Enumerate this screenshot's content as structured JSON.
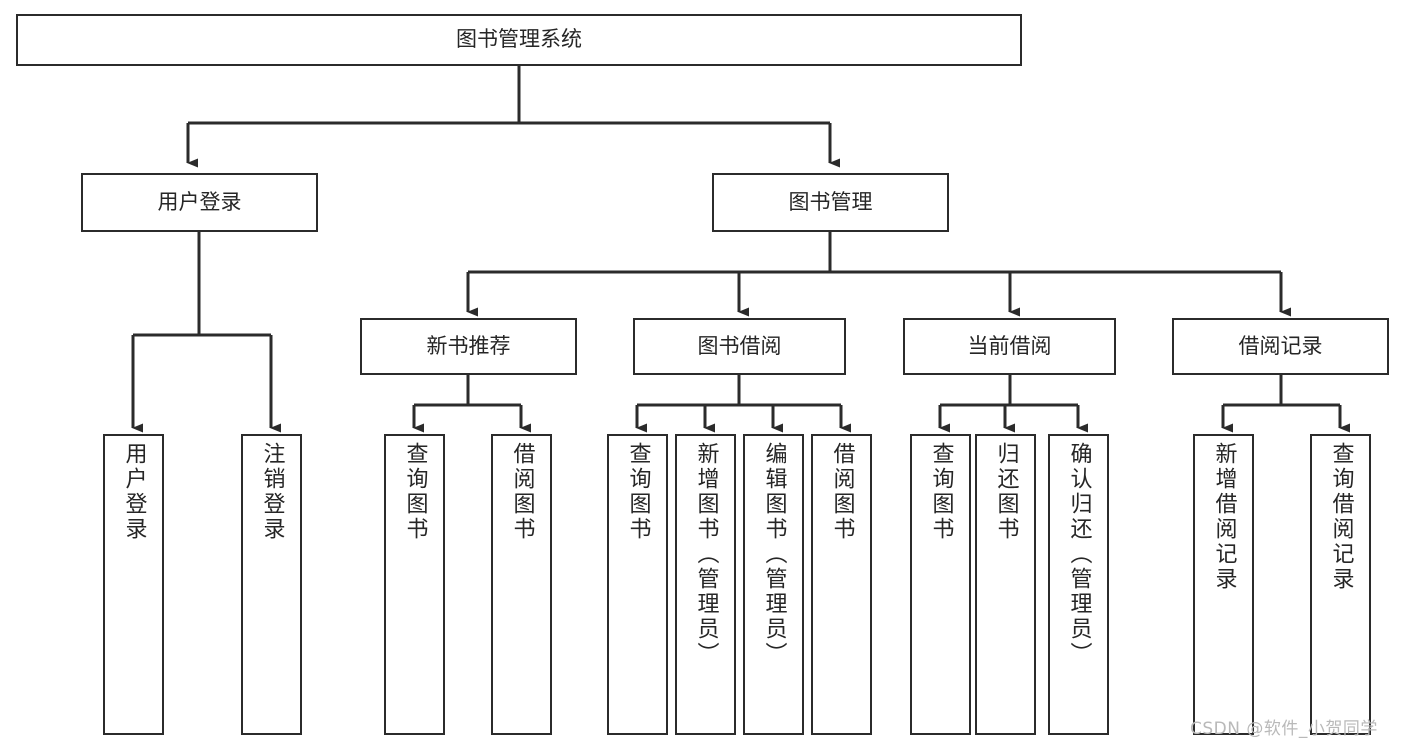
{
  "diagram": {
    "title": "图书管理系统",
    "type": "hierarchy-tree",
    "colors": {
      "box_border": "#2b2b2b",
      "box_fill": "#ffffff",
      "connector": "#2b2b2b",
      "text": "#262626",
      "watermark": "#b9b9b9"
    },
    "root": {
      "id": "root",
      "label": "图书管理系统",
      "orientation": "horizontal"
    },
    "level1": [
      {
        "id": "user-login",
        "label": "用户登录",
        "orientation": "horizontal"
      },
      {
        "id": "book-manage",
        "label": "图书管理",
        "orientation": "horizontal"
      }
    ],
    "level2": [
      {
        "id": "new-book-recommend",
        "label": "新书推荐",
        "orientation": "horizontal",
        "parent": "book-manage"
      },
      {
        "id": "book-borrow",
        "label": "图书借阅",
        "orientation": "horizontal",
        "parent": "book-manage"
      },
      {
        "id": "current-borrow",
        "label": "当前借阅",
        "orientation": "horizontal",
        "parent": "book-manage"
      },
      {
        "id": "borrow-record",
        "label": "借阅记录",
        "orientation": "horizontal",
        "parent": "book-manage"
      }
    ],
    "leaves": [
      {
        "id": "leaf-user-login",
        "label": "用户登录",
        "parent": "user-login",
        "orientation": "vertical"
      },
      {
        "id": "leaf-user-logout",
        "label": "注销登录",
        "parent": "user-login",
        "orientation": "vertical"
      },
      {
        "id": "leaf-query-book-1",
        "label": "查询图书",
        "parent": "new-book-recommend",
        "orientation": "vertical"
      },
      {
        "id": "leaf-borrow-book-1",
        "label": "借阅图书",
        "parent": "new-book-recommend",
        "orientation": "vertical"
      },
      {
        "id": "leaf-query-book-2",
        "label": "查询图书",
        "parent": "book-borrow",
        "orientation": "vertical"
      },
      {
        "id": "leaf-add-book",
        "label": "新增图书（管理员）",
        "parent": "book-borrow",
        "orientation": "vertical"
      },
      {
        "id": "leaf-edit-book",
        "label": "编辑图书（管理员）",
        "parent": "book-borrow",
        "orientation": "vertical"
      },
      {
        "id": "leaf-borrow-book-2",
        "label": "借阅图书",
        "parent": "book-borrow",
        "orientation": "vertical"
      },
      {
        "id": "leaf-query-book-3",
        "label": "查询图书",
        "parent": "current-borrow",
        "orientation": "vertical"
      },
      {
        "id": "leaf-return-book",
        "label": "归还图书",
        "parent": "current-borrow",
        "orientation": "vertical"
      },
      {
        "id": "leaf-confirm-return",
        "label": "确认归还（管理员）",
        "parent": "current-borrow",
        "orientation": "vertical"
      },
      {
        "id": "leaf-add-record",
        "label": "新增借阅记录",
        "parent": "borrow-record",
        "orientation": "vertical"
      },
      {
        "id": "leaf-query-record",
        "label": "查询借阅记录",
        "parent": "borrow-record",
        "orientation": "vertical"
      }
    ]
  },
  "watermark": {
    "text": "CSDN @软件_小贺同学"
  }
}
